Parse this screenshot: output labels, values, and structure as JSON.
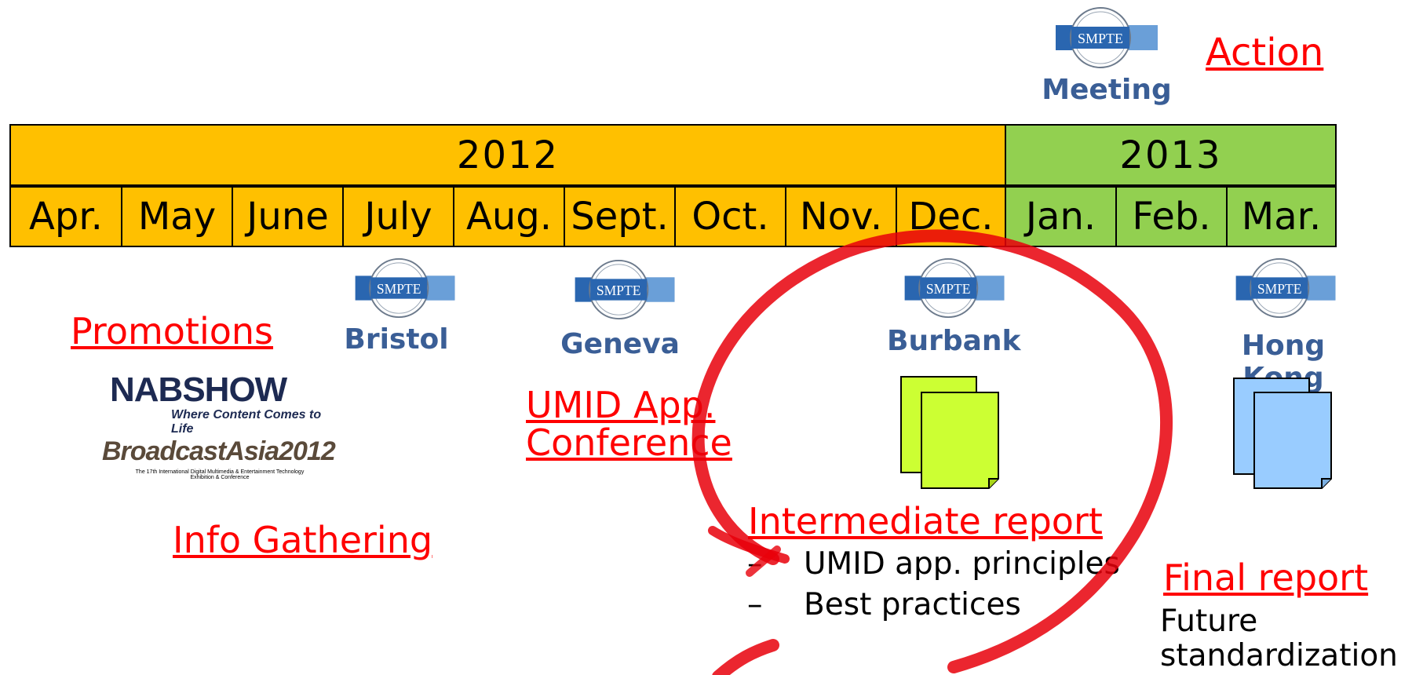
{
  "timeline": {
    "years": [
      {
        "label": "2012",
        "color": "#ffc000"
      },
      {
        "label": "2013",
        "color": "#92d050"
      }
    ],
    "months": [
      "Apr.",
      "May",
      "June",
      "July",
      "Aug.",
      "Sept.",
      "Oct.",
      "Nov.",
      "Dec.",
      "Jan.",
      "Feb.",
      "Mar."
    ]
  },
  "smpte_logo_text": "SMPTE",
  "meetings": {
    "legend": "Meeting",
    "cities": [
      "Bristol",
      "Geneva",
      "Burbank",
      "Hong Kong"
    ]
  },
  "labels": {
    "action": "Action",
    "promotions": "Promotions",
    "info_gathering": "Info Gathering",
    "umid_conf_line1": "UMID App.",
    "umid_conf_line2": "Conference",
    "intermediate_report": "Intermediate report",
    "intermediate_items": [
      "UMID app. principles",
      "Best practices"
    ],
    "bullet_dash": "–",
    "final_report": "Final report",
    "final_line1": "Future",
    "final_line2": "standardization"
  },
  "events": {
    "nab_brand": "NABSHOW",
    "nab_tagline": "Where Content Comes to Life",
    "ba_brand": "BroadcastAsia2012",
    "ba_line1": "The 17th International Digital Multimedia & Entertainment Technology",
    "ba_line2": "Exhibition & Conference"
  },
  "colors": {
    "report_intermediate": "#ccff33",
    "report_final": "#99ccff",
    "city_text": "#3a5e96",
    "action_text": "#ff0000",
    "circle": "#e8000a"
  }
}
